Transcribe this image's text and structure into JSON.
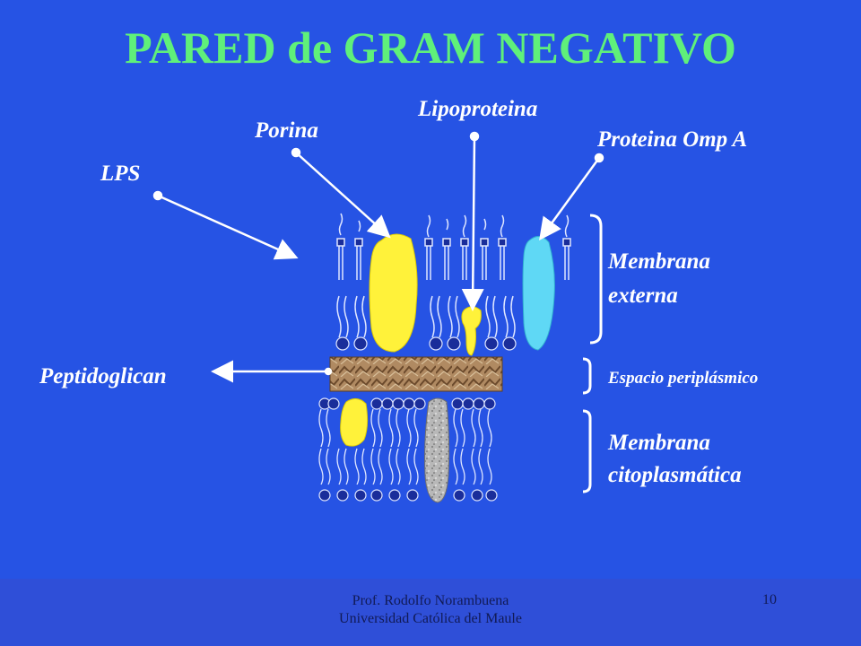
{
  "slide": {
    "title": "PARED de GRAM NEGATIVO",
    "labels": {
      "lipoproteina": "Lipoproteina",
      "porina": "Porina",
      "proteina_omp_a": "Proteina Omp A",
      "lps": "LPS",
      "membrana_externa_1": "Membrana",
      "membrana_externa_2": "externa",
      "peptidoglican": "Peptidoglican",
      "espacio_periplasmico": "Espacio periplásmico",
      "membrana_citoplasmatica_1": "Membrana",
      "membrana_citoplasmatica_2": "citoplasmática"
    }
  },
  "footer": {
    "author": "Prof. Rodolfo Norambuena",
    "institution": "Universidad Católica del Maule",
    "page_number": "10"
  },
  "colors": {
    "background": "#2653e4",
    "title": "#5ff07a",
    "porina": "#fff23a",
    "omp_a": "#5fd8f5",
    "peptidoglycan": "#a07a55",
    "lipid_head": "#1a2d9a"
  }
}
